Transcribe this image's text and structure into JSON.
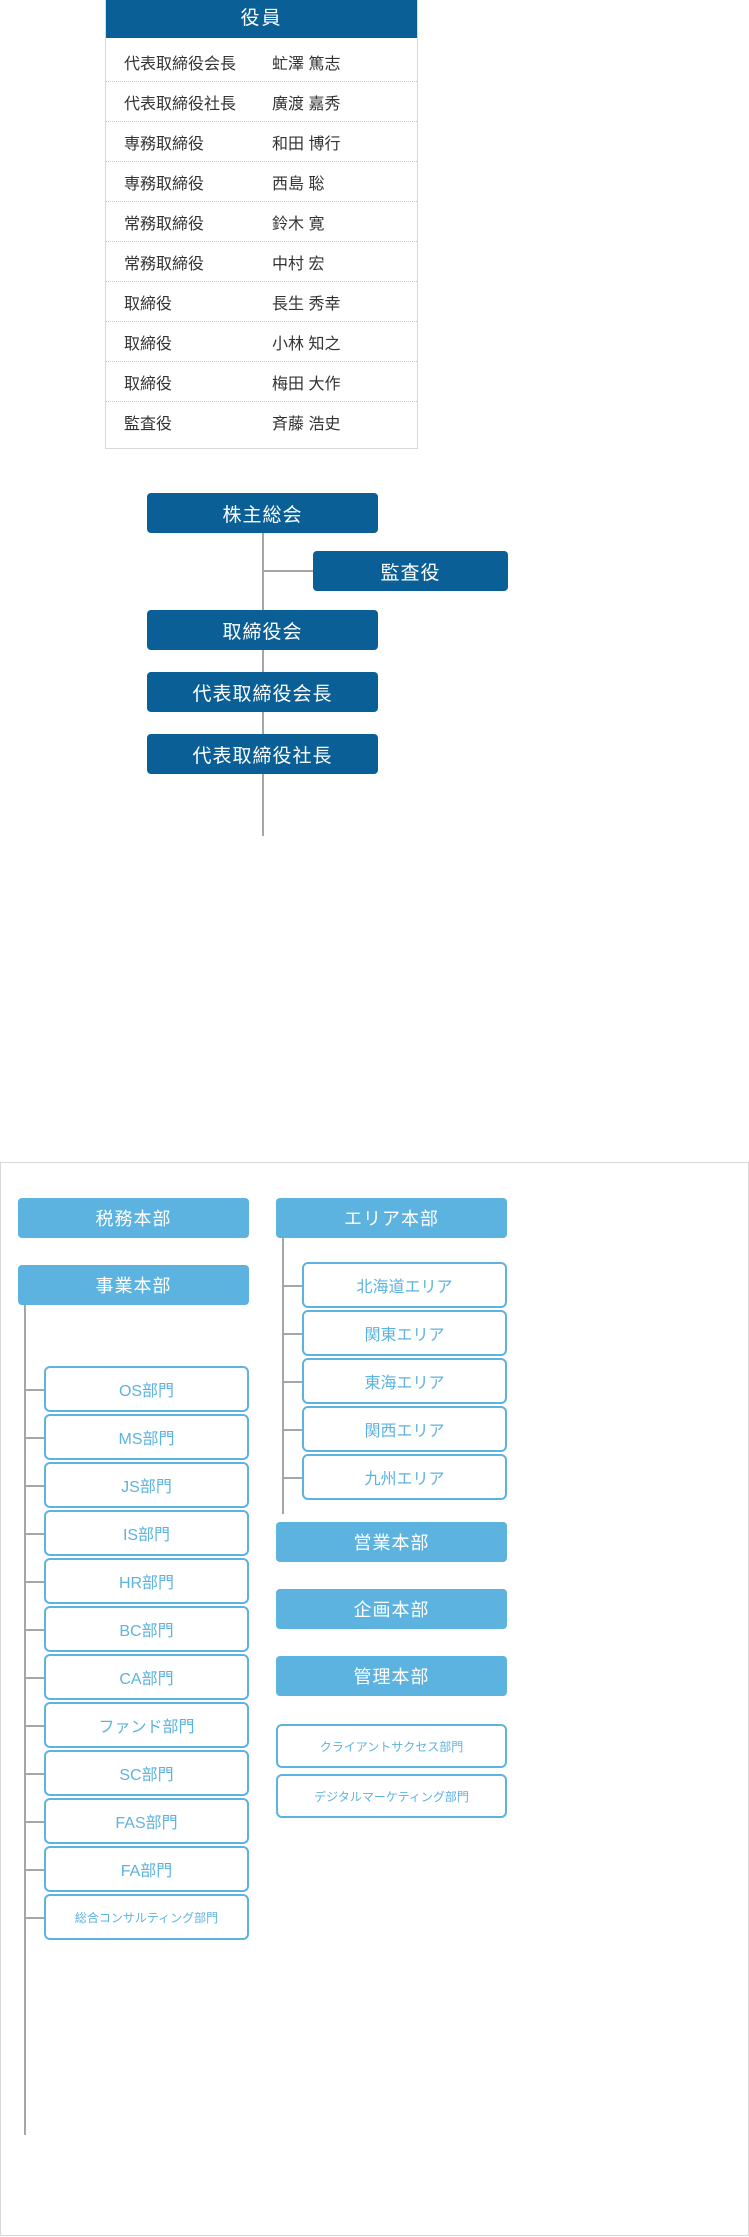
{
  "officers": {
    "header": "役員",
    "rows": [
      {
        "title": "代表取締役会長",
        "name": "虻澤 篤志"
      },
      {
        "title": "代表取締役社長",
        "name": "廣渡 嘉秀"
      },
      {
        "title": "専務取締役",
        "name": "和田 博行"
      },
      {
        "title": "専務取締役",
        "name": "西島 聡"
      },
      {
        "title": "常務取締役",
        "name": "鈴木 寛"
      },
      {
        "title": "常務取締役",
        "name": "中村 宏"
      },
      {
        "title": "取締役",
        "name": "長生 秀幸"
      },
      {
        "title": "取締役",
        "name": "小林 知之"
      },
      {
        "title": "取締役",
        "name": "梅田 大作"
      },
      {
        "title": "監査役",
        "name": "斉藤 浩史"
      }
    ]
  },
  "hierarchy": {
    "shareholders_meeting": "株主総会",
    "auditor": "監査役",
    "board_of_directors": "取締役会",
    "chairman": "代表取締役会長",
    "president": "代表取締役社長"
  },
  "divisions": {
    "tax_hq": "税務本部",
    "business_hq": "事業本部",
    "area_hq": "エリア本部",
    "sales_hq": "営業本部",
    "planning_hq": "企画本部",
    "admin_hq": "管理本部"
  },
  "business_departments": [
    "OS部門",
    "MS部門",
    "JS部門",
    "IS部門",
    "HR部門",
    "BC部門",
    "CA部門",
    "ファンド部門",
    "SC部門",
    "FAS部門",
    "FA部門",
    "総合コンサルティング部門"
  ],
  "areas": [
    "北海道エリア",
    "関東エリア",
    "東海エリア",
    "関西エリア",
    "九州エリア"
  ],
  "admin_departments": [
    "クライアントサクセス部門",
    "デジタルマーケティング部門"
  ],
  "colors": {
    "dark_blue": "#0a5f96",
    "light_blue": "#5cb3e0",
    "connector_gray": "#a6a6a6",
    "frame_gray": "#d8d8d8"
  }
}
